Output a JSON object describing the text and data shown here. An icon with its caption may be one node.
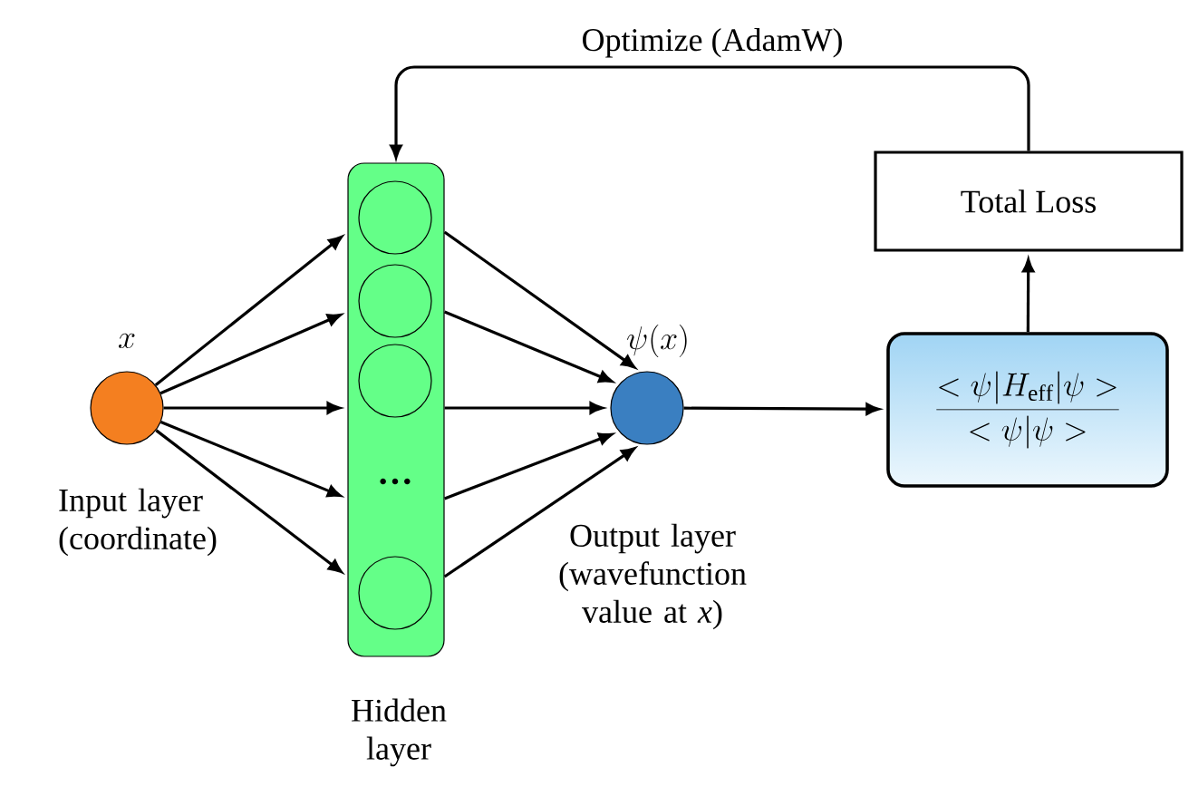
{
  "diagram": {
    "nodes": [
      {
        "text": [
          "x",
          "Input layer (coordinate)"
        ]
      },
      {
        "text": [
          "Hidden layer"
        ]
      },
      {
        "text": [],
        "shape": "circle",
        "in": 1
      },
      {
        "text": [],
        "shape": "circle",
        "in": 1
      },
      {
        "text": [],
        "shape": "circle",
        "in": 1
      },
      {
        "text": [
          "···"
        ],
        "in": 1
      },
      {
        "text": [],
        "shape": "circle",
        "in": 1
      },
      {
        "text": [
          "\\psi(x)",
          "Output layer (wavefunction value at *x*)"
        ]
      },
      {
        "text": [
          "\\frac{<\\psi|H_{\\mathrm{eff}}|\\psi>}{<\\psi|\\psi>}"
        ]
      },
      {
        "text": [
          "Total Loss"
        ]
      }
    ],
    "edges": [
      {
        "from": 0,
        "to": 2,
        "arrow": "to"
      },
      {
        "from": 0,
        "to": 3,
        "arrow": "to"
      },
      {
        "from": 0,
        "to": 4,
        "arrow": "to"
      },
      {
        "from": 0,
        "to": 5,
        "arrow": "to"
      },
      {
        "from": 0,
        "to": 6,
        "arrow": "to"
      },
      {
        "from": 2,
        "to": 7,
        "arrow": "to"
      },
      {
        "from": 3,
        "to": 7,
        "arrow": "to"
      },
      {
        "from": 4,
        "to": 7,
        "arrow": "to"
      },
      {
        "from": 5,
        "to": 7,
        "arrow": "to"
      },
      {
        "from": 6,
        "to": 7,
        "arrow": "to"
      },
      {
        "from": 7,
        "to": 8,
        "arrow": "to"
      },
      {
        "from": 8,
        "to": 9,
        "arrow": "to"
      },
      {
        "from": 9,
        "to": 1,
        "arrow": "to",
        "label": "Optimize (AdamW)"
      }
    ]
  }
}
